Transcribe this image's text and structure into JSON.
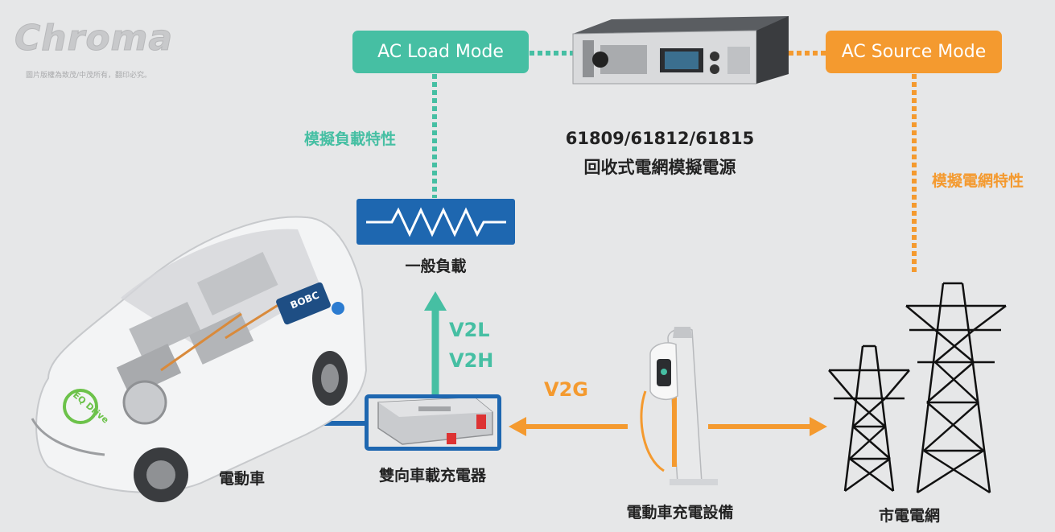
{
  "logo": {
    "brand": "Chroma",
    "notice": "圖片版權為致茂/中茂所有，翻印必究。"
  },
  "modes": {
    "ac_load": "AC Load Mode",
    "ac_source": "AC Source Mode"
  },
  "device": {
    "models": "61809/61812/61815",
    "name": "回收式電網模擬電源"
  },
  "labels": {
    "load_characteristics": "模擬負載特性",
    "grid_characteristics": "模擬電網特性",
    "general_load": "一般負載",
    "v2l": "V2L",
    "v2h": "V2H",
    "v2g": "V2G",
    "ev": "電動車",
    "bobc": "雙向車載充電器",
    "charging_equipment": "電動車充電設備",
    "grid": "市電電網",
    "bobc_tag": "BOBC",
    "eq_drive": "EQ Drive"
  },
  "colors": {
    "green": "#46bfa3",
    "orange": "#f49a2f",
    "blue": "#1e67b0",
    "background": "#e6e7e8"
  }
}
